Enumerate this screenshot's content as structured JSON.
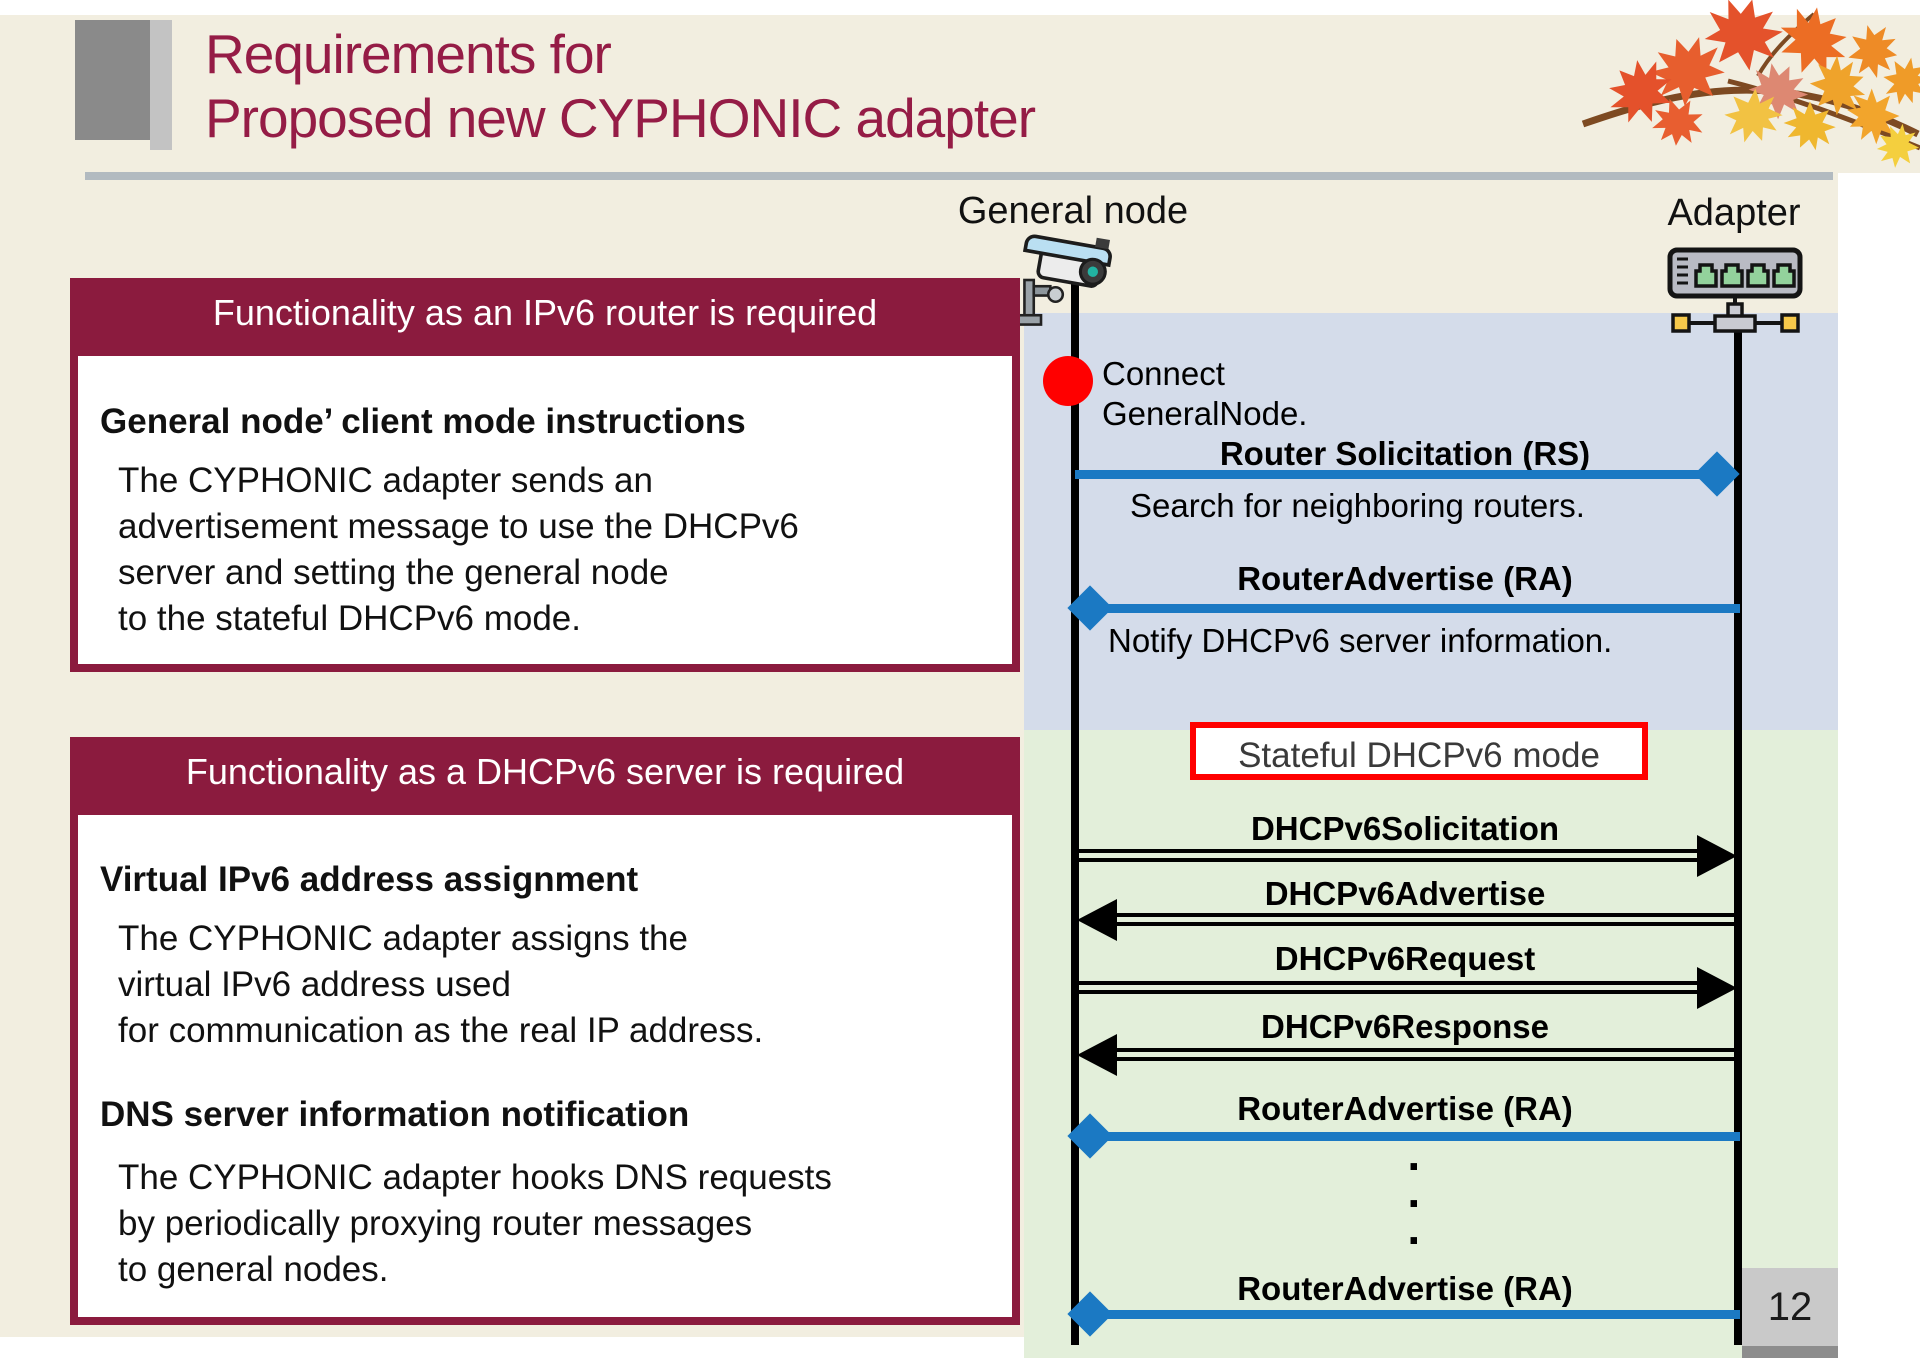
{
  "title": {
    "line1": "Requirements for",
    "line2": "Proposed new CYPHONIC adapter"
  },
  "page_number": "12",
  "panels": {
    "router": {
      "header": "Functionality as an IPv6 router is required",
      "heading": "General node’ client mode instructions",
      "body": "The CYPHONIC adapter sends an\nadvertisement message to use the DHCPv6\nserver and setting the general node\nto the stateful DHCPv6 mode."
    },
    "dhcp": {
      "header": "Functionality as a DHCPv6 server is required",
      "heading1": "Virtual IPv6 address assignment",
      "body1": "The CYPHONIC adapter assigns the\nvirtual IPv6 address used\nfor communication as the real IP address.",
      "heading2": "DNS server information notification",
      "body2": "The CYPHONIC adapter hooks DNS requests\nby periodically proxying router messages\nto general nodes."
    }
  },
  "diagram": {
    "actor_left": "General node",
    "actor_right": "Adapter",
    "connect_note": "Connect\nGeneralNode.",
    "mode_badge": "Stateful DHCPv6 mode",
    "msg_rs": "Router Solicitation (RS)",
    "msg_rs_caption": "Search for neighboring routers.",
    "msg_ra": "RouterAdvertise (RA)",
    "msg_ra_caption": "Notify DHCPv6 server information.",
    "msg_sol": "DHCPv6Solicitation",
    "msg_adv": "DHCPv6Advertise",
    "msg_req": "DHCPv6Request",
    "msg_res": "DHCPv6Response",
    "msg_ra2": "RouterAdvertise (RA)",
    "msg_ra3": "RouterAdvertise (RA)",
    "dots": "·\n·\n·"
  },
  "colors": {
    "accent_maroon": "#8b1b3e",
    "title_maroon": "#951c46",
    "region_blue": "#d4dcea",
    "region_green": "#e3efda",
    "line_blue": "#1b79c3",
    "highlight_red": "#ff0000",
    "background_beige": "#f2eee0"
  }
}
